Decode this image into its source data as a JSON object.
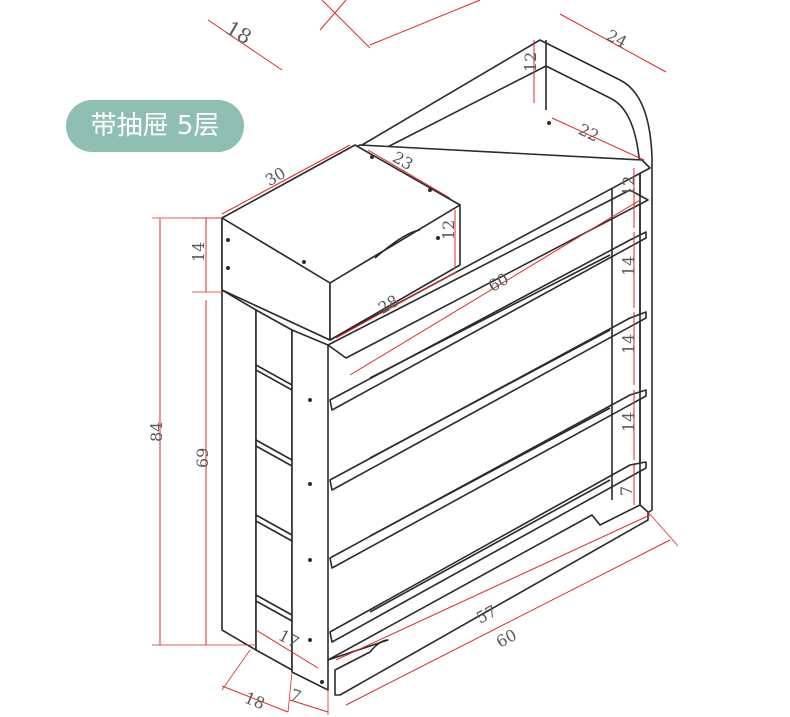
{
  "badge": {
    "label": "带抽屉 5层",
    "color": "#8fbfb2"
  },
  "colors": {
    "outline": "#2b2b2b",
    "dimension": "#e02828",
    "label": "#5a5a5a"
  },
  "dimensions": {
    "top_cut_18": "18",
    "back_depth": "24",
    "back_height": "12",
    "top_shelf_depth": "22",
    "drawer_width": "30",
    "drawer_depth": "23",
    "drawer_height": "12",
    "drawer_side_height": "14",
    "shelf_length": "60",
    "drawer_front_width": "28",
    "gap_12": "12",
    "gap_14_a": "14",
    "gap_14_b": "14",
    "gap_14_c": "14",
    "gap_7": "7",
    "total_height": "84",
    "body_height": "69",
    "bottom_length_57": "57",
    "bottom_length_60": "60",
    "leg_depth": "17",
    "base_depth": "18",
    "leg_width": "7"
  }
}
